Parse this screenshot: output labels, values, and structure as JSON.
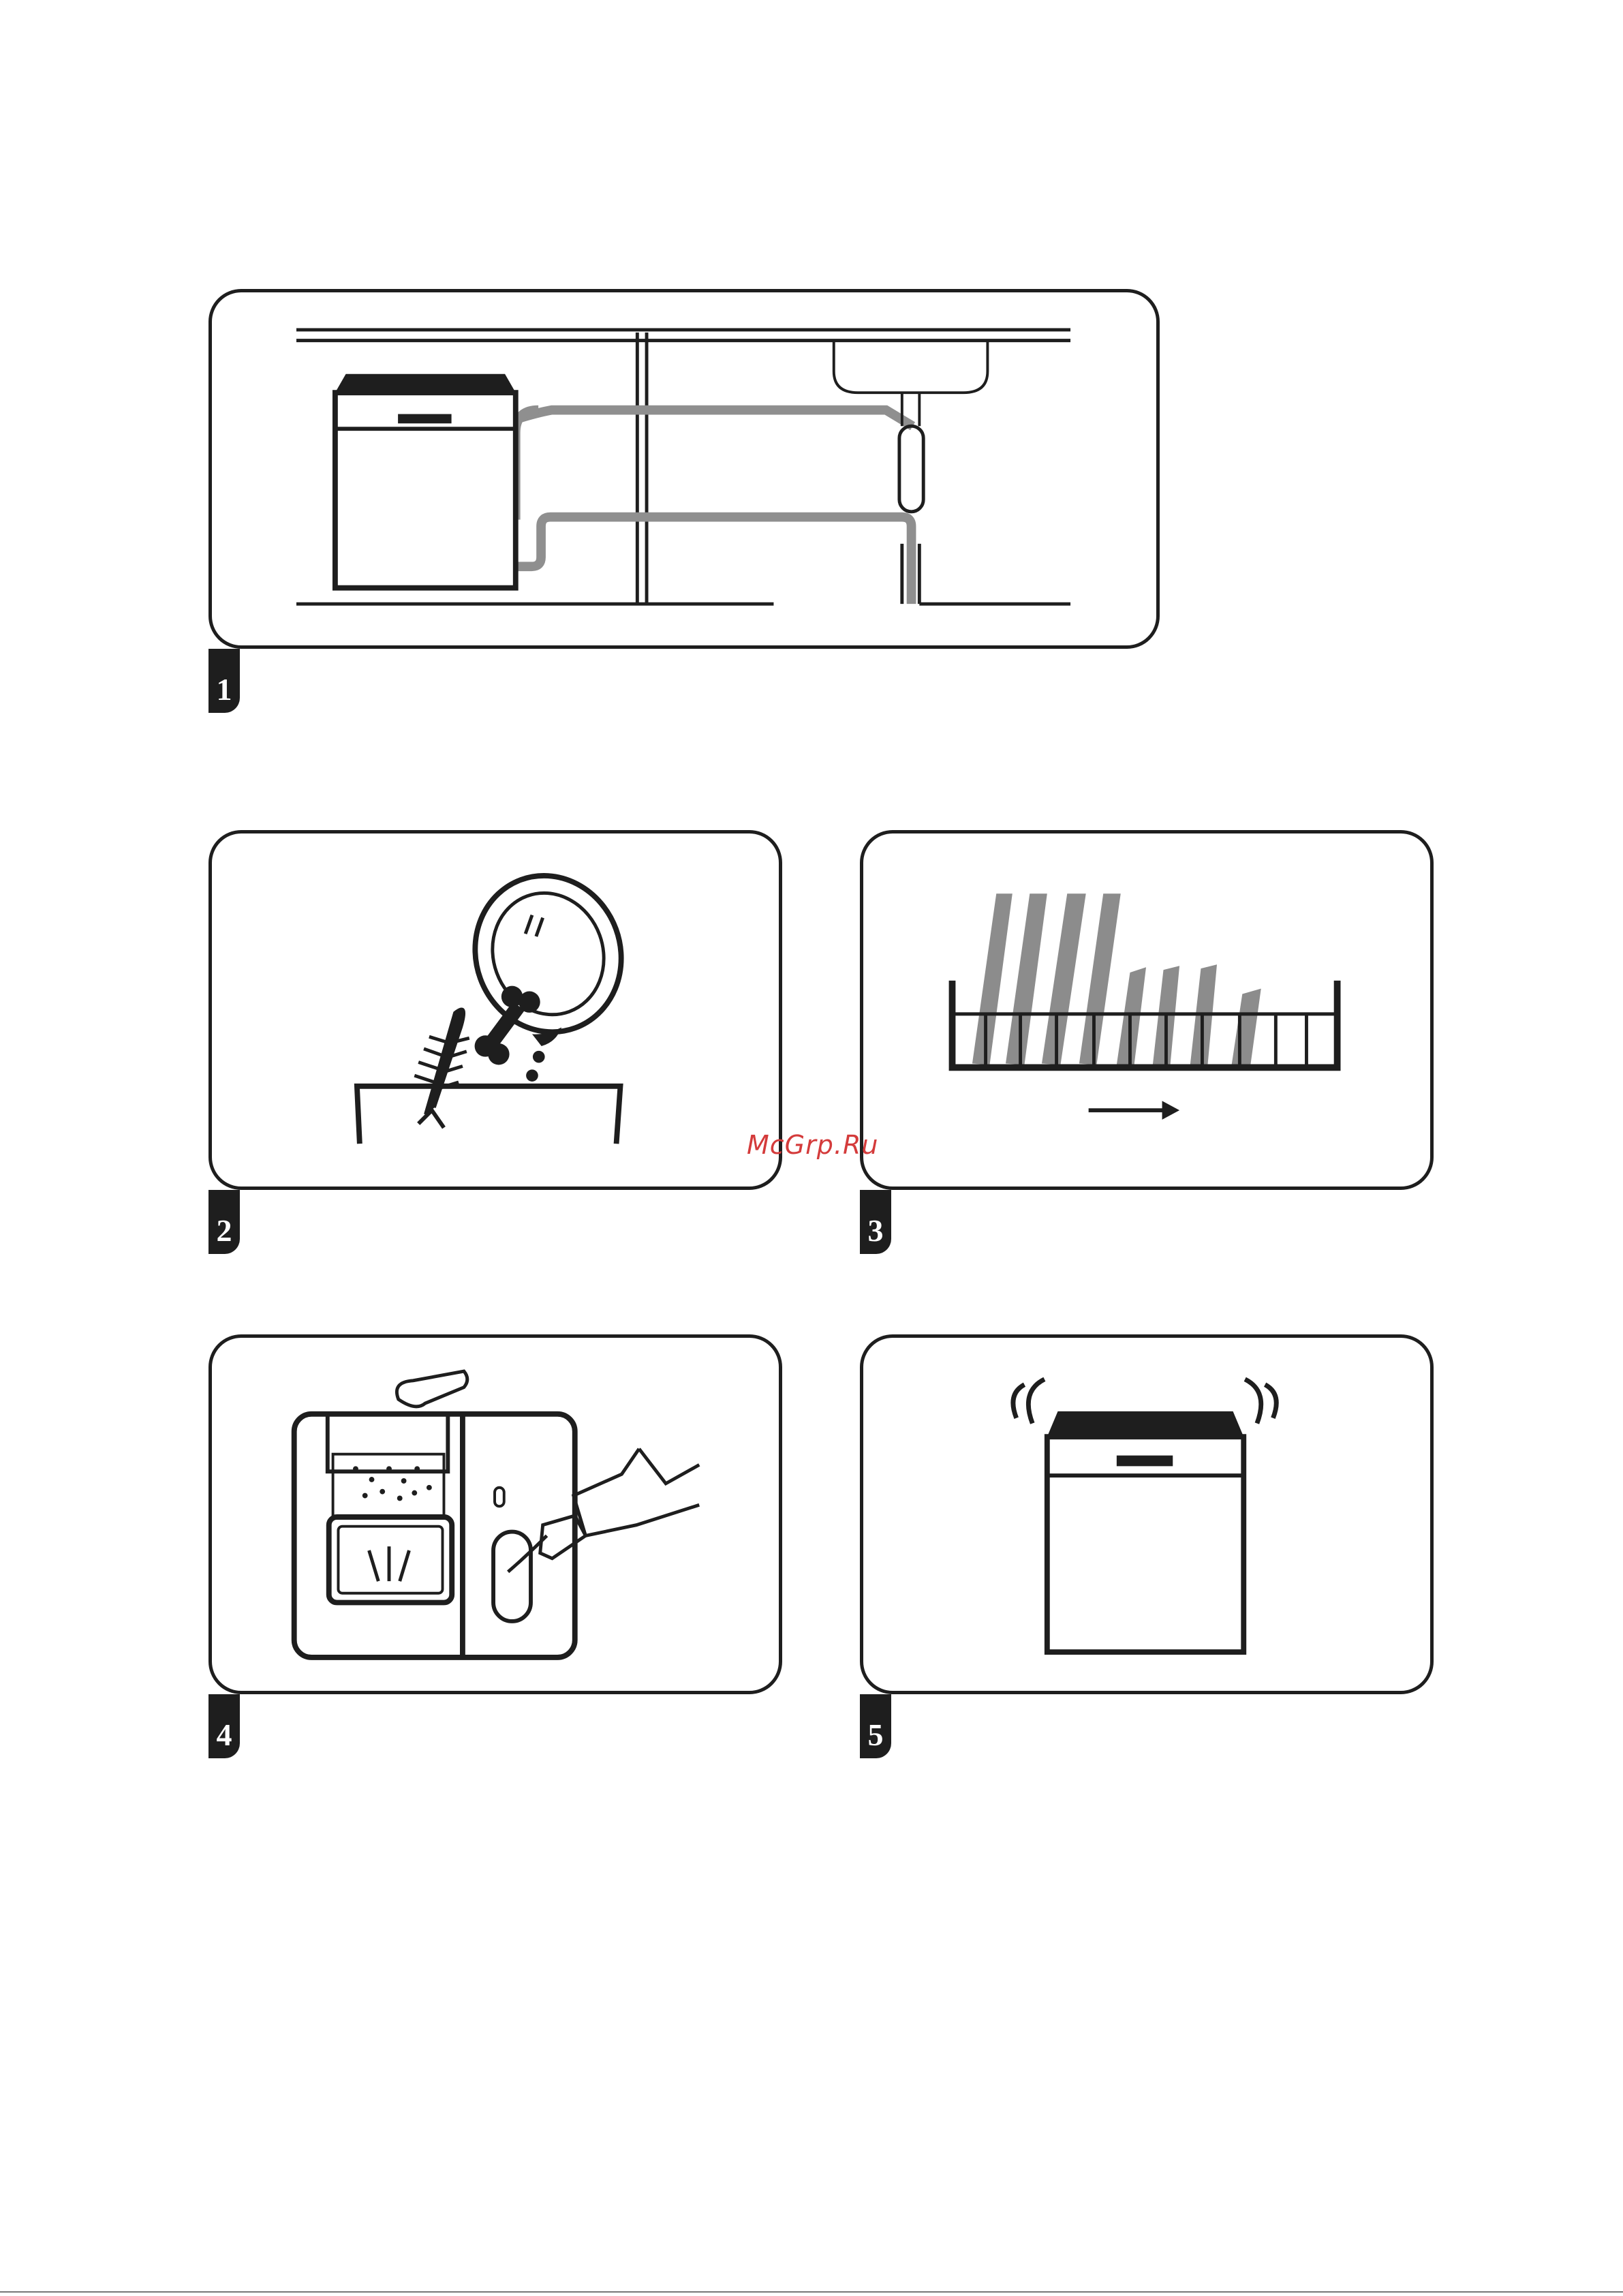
{
  "steps": [
    {
      "number": "1",
      "icon": "drain-hose-installation-icon"
    },
    {
      "number": "2",
      "icon": "scrape-food-remains-icon"
    },
    {
      "number": "3",
      "icon": "load-dish-rack-icon"
    },
    {
      "number": "4",
      "icon": "add-detergent-and-rinse-aid-icon"
    },
    {
      "number": "5",
      "icon": "start-dishwasher-icon"
    }
  ],
  "watermark": "McGrp.Ru",
  "colors": {
    "ink": "#1e1e1e",
    "plate_gray": "#8c8c8c",
    "watermark": "#d43b3b"
  }
}
